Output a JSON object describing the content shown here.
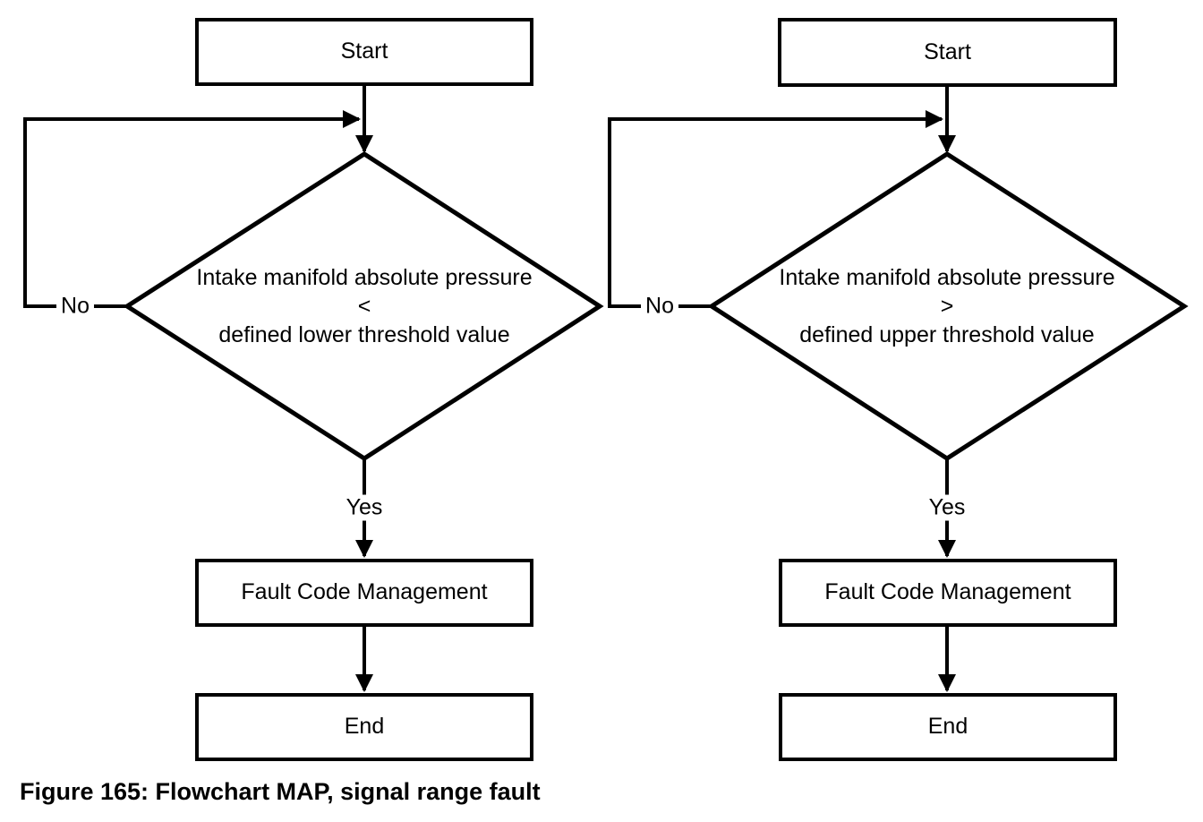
{
  "caption": "Figure 165: Flowchart MAP, signal range fault",
  "colors": {
    "line": "#000000",
    "background": "#ffffff",
    "text": "#000000"
  },
  "charts": [
    {
      "start_label": "Start",
      "decision_line1": "Intake manifold absolute pressure",
      "decision_operator": "<",
      "decision_line2": "defined lower threshold value",
      "no_label": "No",
      "yes_label": "Yes",
      "process_label": "Fault Code Management",
      "end_label": "End"
    },
    {
      "start_label": "Start",
      "decision_line1": "Intake manifold absolute pressure",
      "decision_operator": ">",
      "decision_line2": "defined upper threshold value",
      "no_label": "No",
      "yes_label": "Yes",
      "process_label": "Fault Code Management",
      "end_label": "End"
    }
  ]
}
